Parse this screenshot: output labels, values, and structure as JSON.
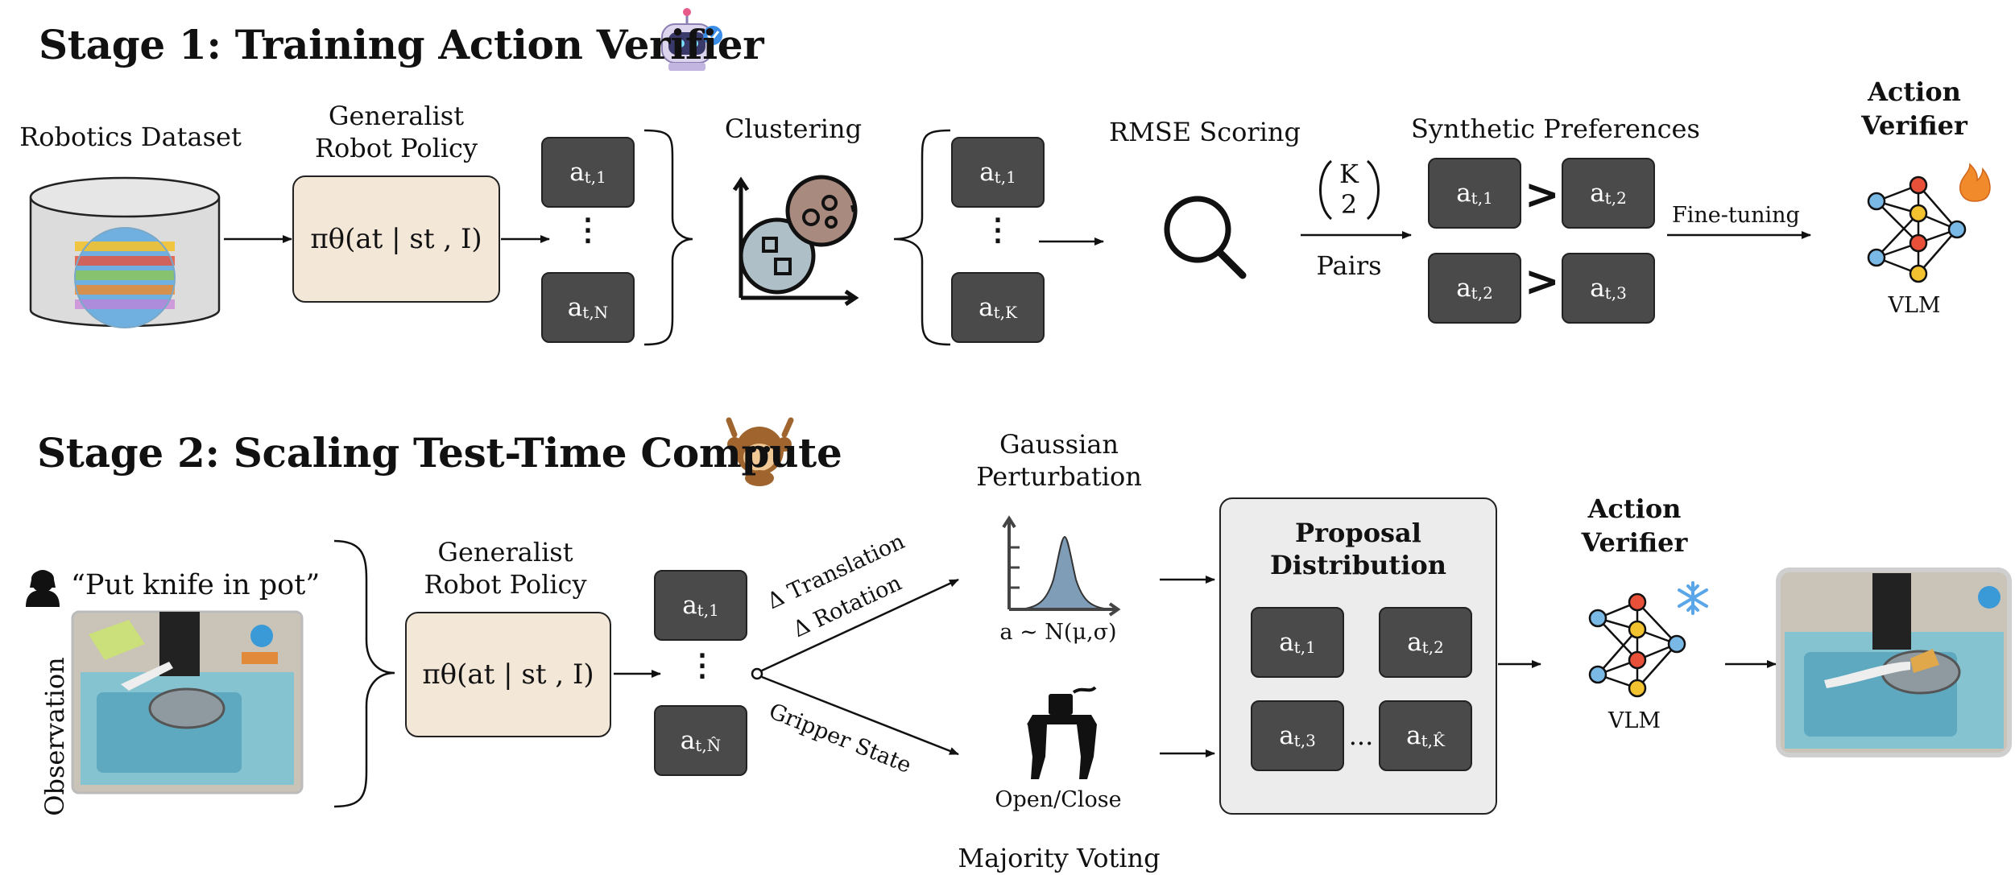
{
  "stage1": {
    "title": "Stage 1: Training Action Verifier",
    "robotics_dataset": "Robotics Dataset",
    "policy_label_line1": "Generalist",
    "policy_label_line2": "Robot Policy",
    "policy_formula": "πθ(at | st , I)",
    "tokens_in": [
      {
        "base": "a",
        "sub": "t,1"
      },
      {
        "base": "a",
        "sub": "t,N"
      }
    ],
    "clustering_label": "Clustering",
    "tokens_clustered": [
      {
        "base": "a",
        "sub": "t,1"
      },
      {
        "base": "a",
        "sub": "t,K"
      }
    ],
    "rmse_label": "RMSE Scoring",
    "binom_top": "K",
    "binom_bottom": "2",
    "pairs_label": "Pairs",
    "synthetic_label": "Synthetic Preferences",
    "preferences": [
      {
        "left": {
          "base": "a",
          "sub": "t,1"
        },
        "op": ">",
        "right": {
          "base": "a",
          "sub": "t,2"
        }
      },
      {
        "left": {
          "base": "a",
          "sub": "t,2"
        },
        "op": ">",
        "right": {
          "base": "a",
          "sub": "t,3"
        }
      }
    ],
    "finetune_label": "Fine-tuning",
    "verifier_label_line1": "Action",
    "verifier_label_line2": "Verifier",
    "vlm_label": "VLM"
  },
  "stage2": {
    "title": "Stage 2: Scaling Test-Time Compute",
    "instruction": "“Put knife in pot”",
    "observation_label": "Observation",
    "policy_label_line1": "Generalist",
    "policy_label_line2": "Robot Policy",
    "policy_formula": "πθ(at | st , I)",
    "tokens": [
      {
        "base": "a",
        "sub": "t,1"
      },
      {
        "base": "a",
        "sub": "t,N̂"
      }
    ],
    "translation_label": "Δ Translation",
    "rotation_label": "Δ Rotation",
    "gripper_label": "Gripper State",
    "gaussian_label_line1": "Gaussian",
    "gaussian_label_line2": "Perturbation",
    "gaussian_formula": "a ~ N(μ,σ)",
    "open_close_label": "Open/Close",
    "majority_label": "Majority Voting",
    "proposal_label_line1": "Proposal",
    "proposal_label_line2": "Distribution",
    "proposal_tokens": [
      {
        "base": "a",
        "sub": "t,1"
      },
      {
        "base": "a",
        "sub": "t,2"
      },
      {
        "base": "a",
        "sub": "t,3"
      },
      {
        "base": "a",
        "sub": "t,K̂"
      }
    ],
    "proposal_ellipsis": "...",
    "verifier_label_line1": "Action",
    "verifier_label_line2": "Verifier",
    "vlm_label": "VLM"
  },
  "colors": {
    "token_fill": "#4a4a4a",
    "policy_fill": "#f3e7d8",
    "panel_fill": "#ececec",
    "verifier_fill": "#eef0f8",
    "node_red": "#e8503a",
    "node_yellow": "#f2c230",
    "node_blue": "#7ab8e6",
    "flame": "#f08a2a",
    "snowflake": "#5aa6e8",
    "gaussian_fill": "#7f9db6"
  }
}
